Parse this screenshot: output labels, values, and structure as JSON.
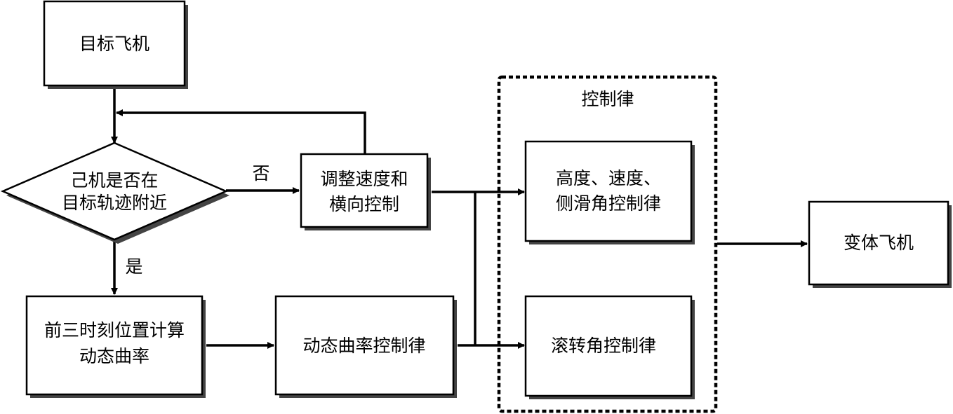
{
  "nodes": {
    "target_aircraft": "目标飞机",
    "decision_line1": "己机是否在",
    "decision_line2": "目标轨迹附近",
    "adjust_line1": "调整速度和",
    "adjust_line2": "横向控制",
    "calc_line1": "前三时刻位置计算",
    "calc_line2": "动态曲率",
    "dynamic_curvature_law": "动态曲率控制律",
    "control_group_title": "控制律",
    "alt_line1": "高度、速度、",
    "alt_line2": "侧滑角控制律",
    "roll_law": "滚转角控制律",
    "morphing_aircraft": "变体飞机"
  },
  "edges": {
    "no": "否",
    "yes": "是"
  }
}
